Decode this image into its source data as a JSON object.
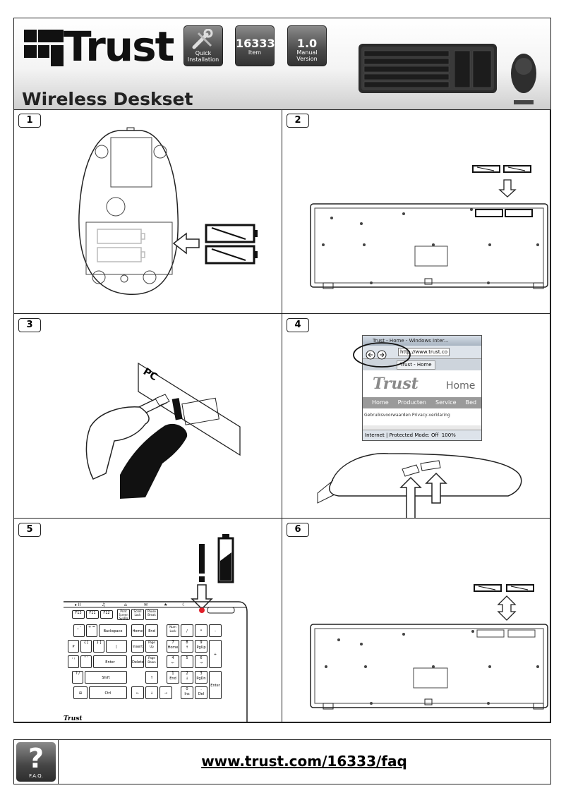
{
  "header": {
    "brand": "Trust",
    "badges": [
      {
        "big": "",
        "line1": "Quick",
        "line2": "Installation",
        "icon": "wrench-screwdriver-icon"
      },
      {
        "big": "16333",
        "line1": "Item",
        "line2": ""
      },
      {
        "big": "1.0",
        "line1": "Manual",
        "line2": "Version"
      }
    ],
    "product_title": "Wireless Deskset"
  },
  "steps": [
    {
      "number": "1"
    },
    {
      "number": "2"
    },
    {
      "number": "3",
      "pc_label": "PC"
    },
    {
      "number": "4",
      "browser": {
        "title": "Trust - Home - Windows Inter...",
        "address": "http://www.trust.co",
        "tab": "Trust - Home",
        "logo": "Trust",
        "heading": "Home",
        "nav": [
          "Home",
          "Producten",
          "Service",
          "Bed"
        ],
        "links": "Gebruiksvoorwaarden    Privacy-verklaring",
        "status": "Internet | Protected Mode: Off",
        "zoom": "100%"
      }
    },
    {
      "number": "5",
      "keyboard_brand": "Trust",
      "keys": {
        "f13": "F13",
        "f11": "F11",
        "f12": "F12",
        "print": "Print Screen SysRq",
        "scroll": "Scroll Lock",
        "pause": "Pause Break",
        "backspace": "Backspace",
        "home": "Home",
        "end": "End",
        "numlock": "Num Lock",
        "insert": "Insert",
        "pageup": "Page Up",
        "delete": "Delete",
        "pagedown": "Page Down",
        "enter": "Enter",
        "shift": "Shift",
        "ctrl": "Ctrl",
        "ins": "Ins",
        "del": "Del",
        "pgup": "PgUp",
        "pgdn": "PgDn"
      }
    },
    {
      "number": "6"
    }
  ],
  "footer": {
    "faq_label": "F.A.Q.",
    "url": "www.trust.com/16333/faq"
  }
}
